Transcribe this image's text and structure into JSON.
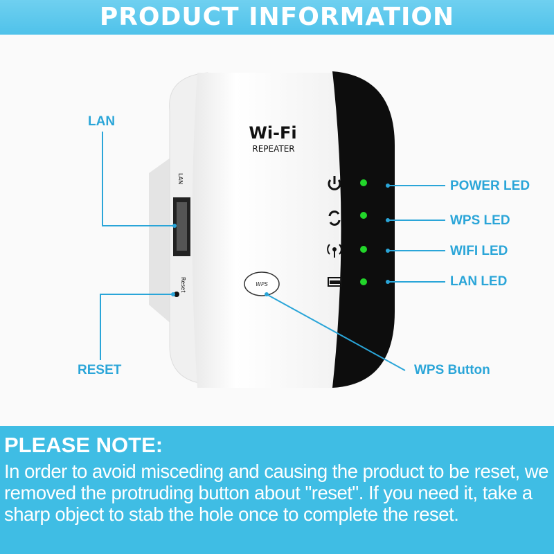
{
  "header": {
    "title": "PRODUCT INFORMATION"
  },
  "device": {
    "logo_text": "Wi-Fi",
    "logo_subtitle": "REPEATER",
    "side_port_label": "LAN",
    "side_reset_label": "Reset",
    "wps_button_text": "WPS",
    "led_color": "#22d62a"
  },
  "callouts": {
    "lan": "LAN",
    "reset": "RESET",
    "power_led": "POWER LED",
    "wps_led": "WPS LED",
    "wifi_led": "WIFI LED",
    "lan_led": "LAN LED",
    "wps_button": "WPS Button"
  },
  "note": {
    "title": "PLEASE NOTE:",
    "body": "In order to avoid misceding and causing  the  product  to be reset, we removed the protruding button about \"reset\". If you need it, take a sharp object to stab the hole once to complete the reset."
  },
  "colors": {
    "accent": "#2aa5d8",
    "note_bg": "#3fbde4"
  }
}
